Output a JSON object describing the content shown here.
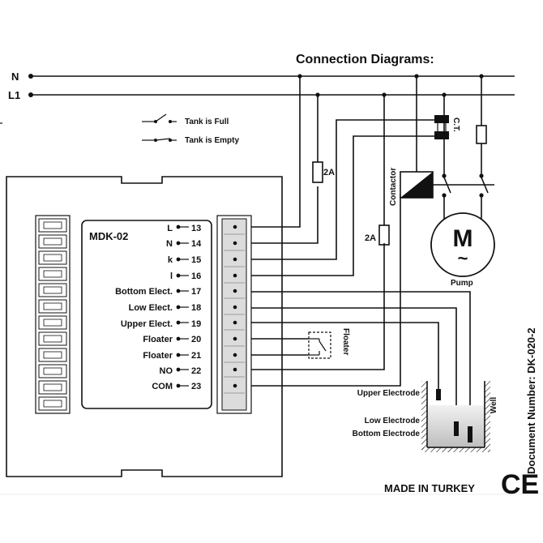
{
  "title": "Connection Diagrams:",
  "lines": {
    "n": "N",
    "l1": "L1"
  },
  "legend": {
    "full": "Tank is Full",
    "empty": "Tank is Empty"
  },
  "device": {
    "model": "MDK-02",
    "pins": [
      {
        "label": "L",
        "num": "13"
      },
      {
        "label": "N",
        "num": "14"
      },
      {
        "label": "k",
        "num": "15"
      },
      {
        "label": "l",
        "num": "16"
      },
      {
        "label": "Bottom Elect.",
        "num": "17"
      },
      {
        "label": "Low Elect.",
        "num": "18"
      },
      {
        "label": "Upper Elect.",
        "num": "19"
      },
      {
        "label": "Floater",
        "num": "20"
      },
      {
        "label": "Floater",
        "num": "21"
      },
      {
        "label": "NO",
        "num": "22"
      },
      {
        "label": "COM",
        "num": "23"
      }
    ]
  },
  "fuse1": "2A",
  "fuse2": "2A",
  "contactor": "Contactor",
  "ct": "C.T.",
  "motor": {
    "letter": "M",
    "tilde": "~",
    "label": "Pump"
  },
  "floater_label": "Floater",
  "well": {
    "label": "Well",
    "upper": "Upper Electrode",
    "low": "Low Electrode",
    "bottom": "Bottom Electrode"
  },
  "document_number": "Document Number: DK-020-2",
  "made_in": "MADE IN TURKEY",
  "ce": "CE"
}
